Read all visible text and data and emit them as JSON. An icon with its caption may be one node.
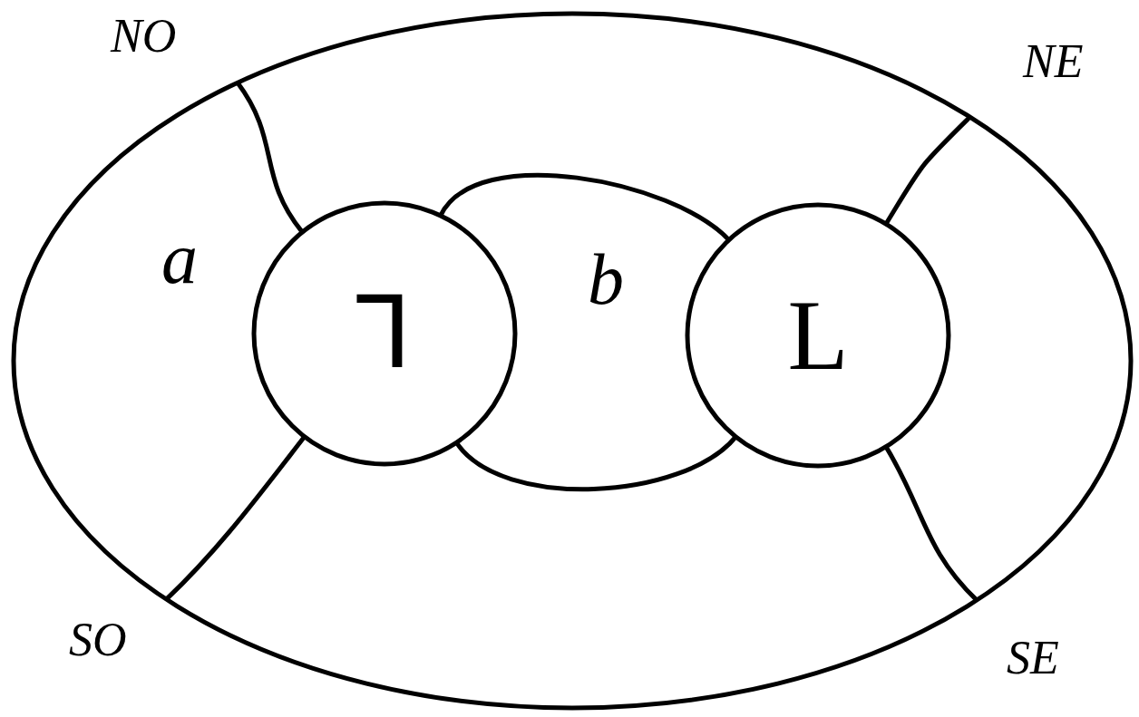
{
  "diagram": {
    "nodes": [
      {
        "text": [],
        "shape": "ellipse"
      },
      {
        "text": [
          "⅂"
        ],
        "in": 0
      },
      {
        "text": [
          "L"
        ],
        "in": 0
      }
    ],
    "edges": [
      {
        "from": 1,
        "to": 2,
        "arrow": "none"
      },
      {
        "from": 1,
        "to": 2,
        "arrow": "none"
      },
      {
        "from": 1,
        "to": 0,
        "arrow": "none"
      },
      {
        "from": 1,
        "to": 0,
        "arrow": "none"
      },
      {
        "from": 2,
        "to": 0,
        "arrow": "none"
      },
      {
        "from": 2,
        "to": 0,
        "arrow": "none"
      }
    ],
    "labels": [
      "NO",
      "NE",
      "a",
      "b",
      "SO",
      "SE"
    ]
  }
}
